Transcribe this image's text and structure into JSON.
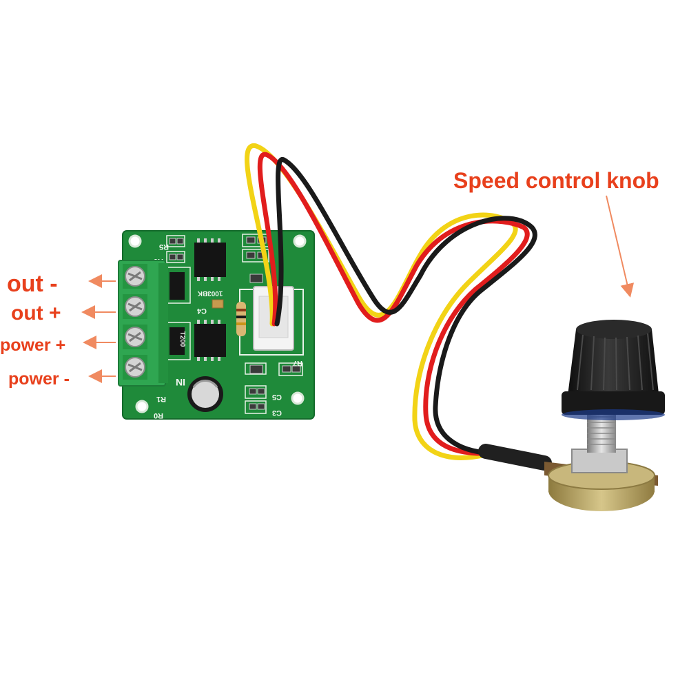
{
  "labels": {
    "out_minus": "out -",
    "out_plus": "out +",
    "power_plus": "power +",
    "power_minus": "power -",
    "speed_knob": "Speed control knob"
  },
  "pcb_text": {
    "r5": "R5",
    "r6": "R6",
    "r7": "R7",
    "c4": "C4",
    "c5": "C5",
    "c3": "C3",
    "r0": "R0",
    "r1": "R1",
    "in": "IN",
    "chip_top": "1003BK",
    "chip_bottom": "T200"
  },
  "colors": {
    "annotation": "#e8401c",
    "arrow": "#f08a60",
    "pcb_green": "#1f8a3a",
    "terminal_green": "#2fa651",
    "wire_yellow": "#f2d316",
    "wire_red": "#e11d1d",
    "wire_black": "#1a1a1a",
    "knob_black": "#1b1b1b",
    "pot_brass": "#b5a064"
  }
}
